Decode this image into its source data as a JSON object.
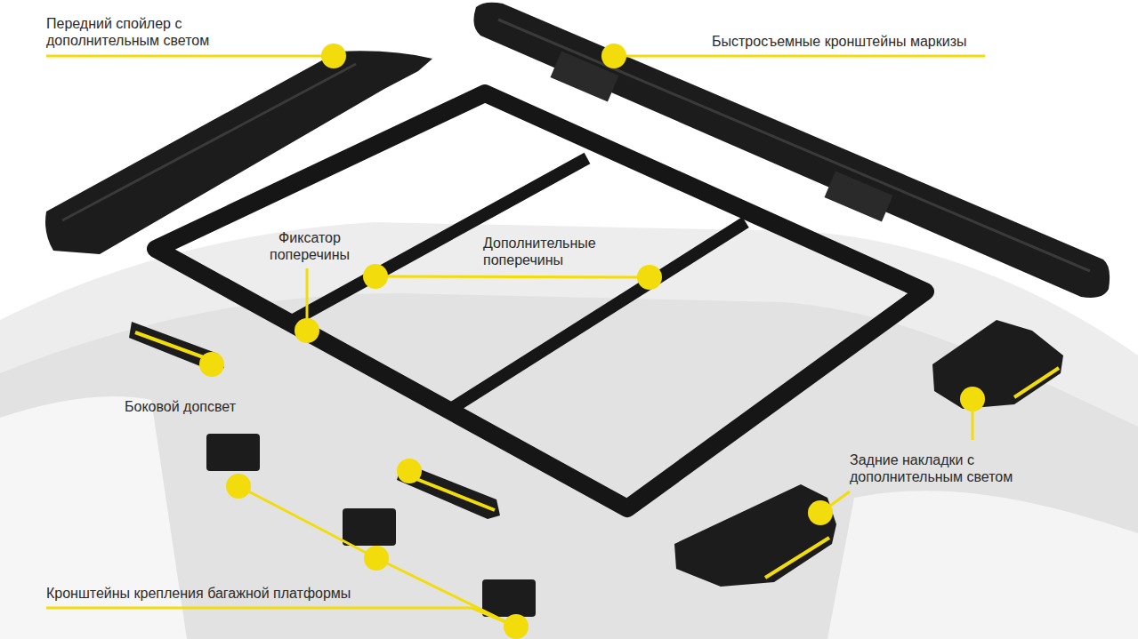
{
  "diagram": {
    "labels": [
      "Передний спойлер с дополнительным светом",
      "Быстросъемные кронштейны маркизы",
      "Фиксатор поперечины",
      "Дополнительные поперечины",
      "Боковой допсвет",
      "Задние накладки с дополнительным светом",
      "Кронштейны крепления багажной платформы"
    ]
  }
}
